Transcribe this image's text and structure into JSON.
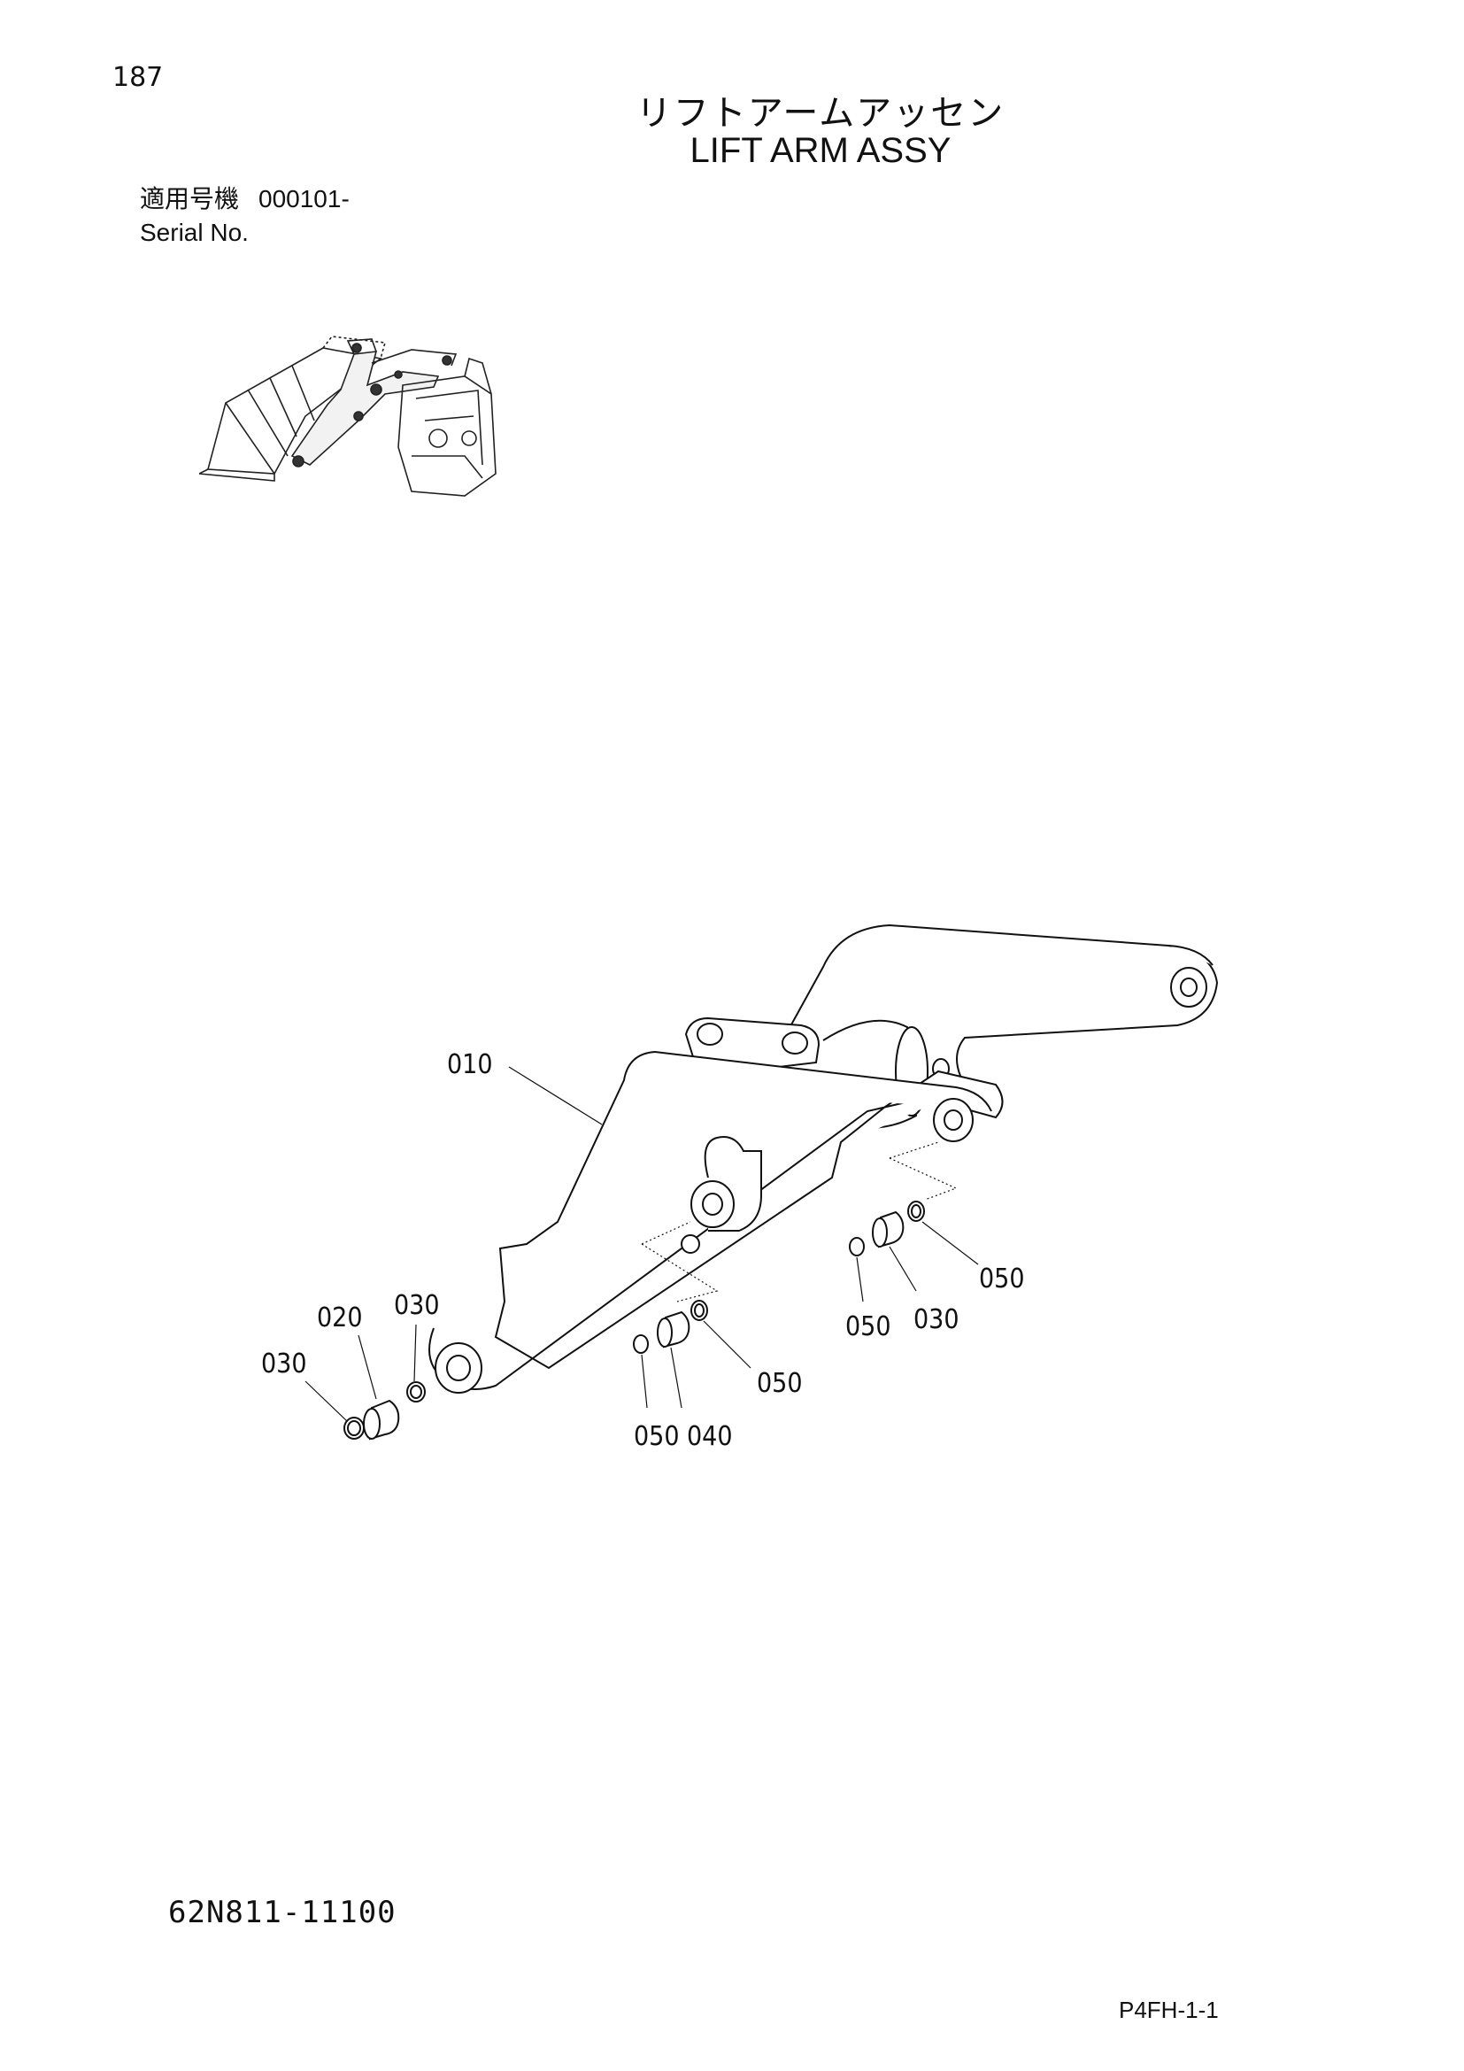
{
  "header": {
    "page_number": "187",
    "title_jp": "リフトアームアッセン",
    "title_en": "LIFT ARM ASSY"
  },
  "serial": {
    "label_jp": "適用号機",
    "value": "000101-",
    "label_en": "Serial No."
  },
  "callouts": [
    {
      "id": "010",
      "label": "010"
    },
    {
      "id": "020",
      "label": "020"
    },
    {
      "id": "030-a",
      "label": "030"
    },
    {
      "id": "030-b",
      "label": "030"
    },
    {
      "id": "030-c",
      "label": "030"
    },
    {
      "id": "040",
      "label": "040"
    },
    {
      "id": "050-a",
      "label": "050"
    },
    {
      "id": "050-b",
      "label": "050"
    },
    {
      "id": "050-c",
      "label": "050"
    },
    {
      "id": "050-d",
      "label": "050"
    }
  ],
  "footer": {
    "part_code": "62N811-11100",
    "page_code": "P4FH-1-1"
  }
}
